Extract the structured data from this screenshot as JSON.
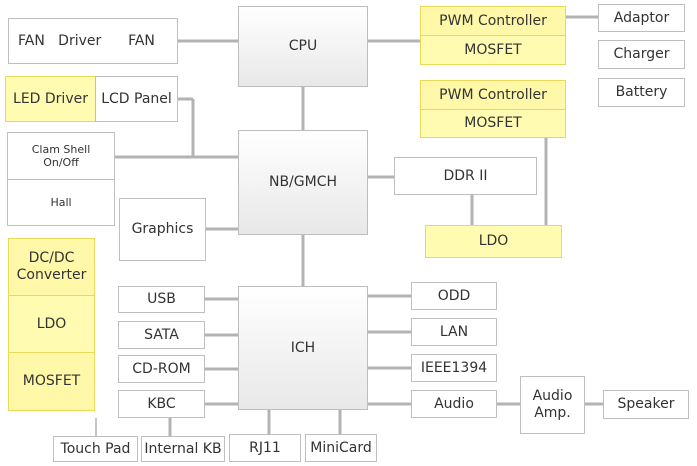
{
  "fan_group": {
    "driver": "FAN   Driver",
    "fan": "FAN"
  },
  "led_group": {
    "driver": "LED Driver",
    "panel": "LCD Panel"
  },
  "clam_group": {
    "clam": "Clam Shell\nOn/Off",
    "hall": "Hall"
  },
  "cpu": "CPU",
  "nb": "NB/GMCH",
  "ich": "ICH",
  "graphics": "Graphics",
  "power_top": {
    "pwm": "PWM Controller",
    "mosfet": "MOSFET"
  },
  "power_mid": {
    "pwm": "PWM Controller",
    "mosfet": "MOSFET"
  },
  "adaptor": "Adaptor",
  "charger": "Charger",
  "battery": "Battery",
  "ddr": "DDR II",
  "ldo_right": "LDO",
  "dcdc_group": {
    "converter": "DC/DC\nConverter",
    "ldo": "LDO",
    "mosfet": "MOSFET"
  },
  "ich_left": [
    "USB",
    "SATA",
    "CD-ROM",
    "KBC"
  ],
  "ich_right": [
    "ODD",
    "LAN",
    "IEEE1394",
    "Audio"
  ],
  "bottom": [
    "Touch Pad",
    "Internal KB",
    "RJ11",
    "MiniCard"
  ],
  "audio_amp": "Audio\nAmp.",
  "speaker": "Speaker",
  "colors": {
    "highlight": "#fffbb0",
    "highlight_border": "#ead85a",
    "wire": "#b0b0b0",
    "border": "#bfbfbf"
  }
}
